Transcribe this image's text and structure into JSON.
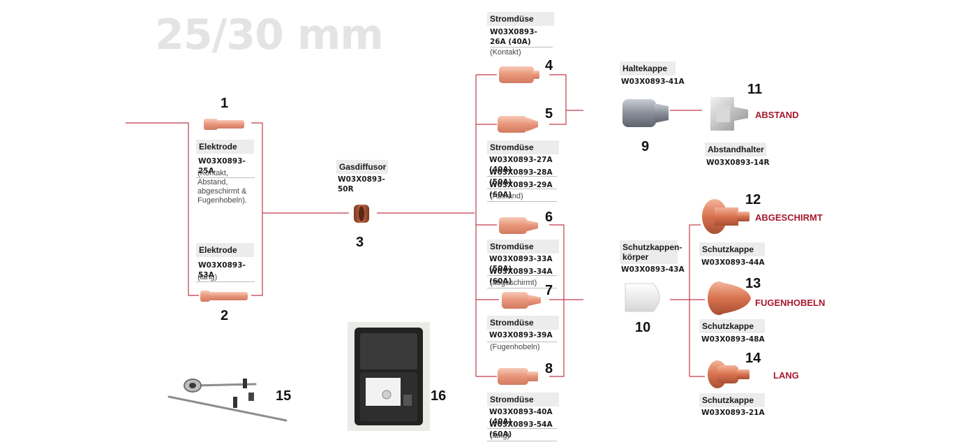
{
  "heading": "25/30 mm",
  "colors": {
    "line": "#c0394a",
    "copper": "#e8957a",
    "accent": "#a8192e"
  },
  "parts": {
    "p1": {
      "num": "1",
      "label": "Elektrode",
      "codes": [
        "W03X0893-25A"
      ],
      "note": "(Kontakt, Abstand, abgeschirmt & Fugenhobeln)."
    },
    "p2": {
      "num": "2",
      "label": "Elektrode",
      "codes": [
        "W03X0893-53A"
      ],
      "note": "(lang)"
    },
    "p3": {
      "num": "3",
      "label": "Gasdiffusor",
      "codes": [
        "W03X0893-50R"
      ]
    },
    "p4": {
      "num": "4",
      "label": "Stromdüse",
      "codes": [
        "W03X0893-26A (40A)"
      ],
      "note": "(Kontakt)"
    },
    "p5": {
      "num": "5",
      "label": "Stromdüse",
      "codes": [
        "W03X0893-27A (40A)",
        "W03X0893-28A (50A)",
        "W03X0893-29A (60A)"
      ],
      "note": "(Abstand)"
    },
    "p6": {
      "num": "6",
      "label": "Stromdüse",
      "codes": [
        "W03X0893-33A (50A)",
        "W03X0893-34A (60A)"
      ],
      "note": "(abgeschirmt)"
    },
    "p7": {
      "num": "7",
      "label": "Stromdüse",
      "codes": [
        "W03X0893-39A"
      ],
      "note": "(Fugenhobeln)"
    },
    "p8": {
      "num": "8",
      "label": "Stromdüse",
      "codes": [
        "W03X0893-40A (40A)",
        "W03X0893-54A (60A)"
      ],
      "note": "(lang)"
    },
    "p9": {
      "num": "9",
      "label": "Haltekappe",
      "codes": [
        "W03X0893-41A"
      ]
    },
    "p10": {
      "num": "10",
      "label": "Schutzkappen-körper",
      "codes": [
        "W03X0893-43A"
      ]
    },
    "p11": {
      "num": "11",
      "label": "Abstandhalter",
      "codes": [
        "W03X0893-14R"
      ],
      "tag": "ABSTAND"
    },
    "p12": {
      "num": "12",
      "label": "Schutzkappe",
      "codes": [
        "W03X0893-44A"
      ],
      "tag": "ABGESCHIRMT"
    },
    "p13": {
      "num": "13",
      "label": "Schutzkappe",
      "codes": [
        "W03X0893-48A"
      ],
      "tag": "FUGENHOBELN"
    },
    "p14": {
      "num": "14",
      "label": "Schutzkappe",
      "codes": [
        "W03X0893-21A"
      ],
      "tag": "LANG"
    },
    "p15": {
      "num": "15"
    },
    "p16": {
      "num": "16"
    }
  }
}
